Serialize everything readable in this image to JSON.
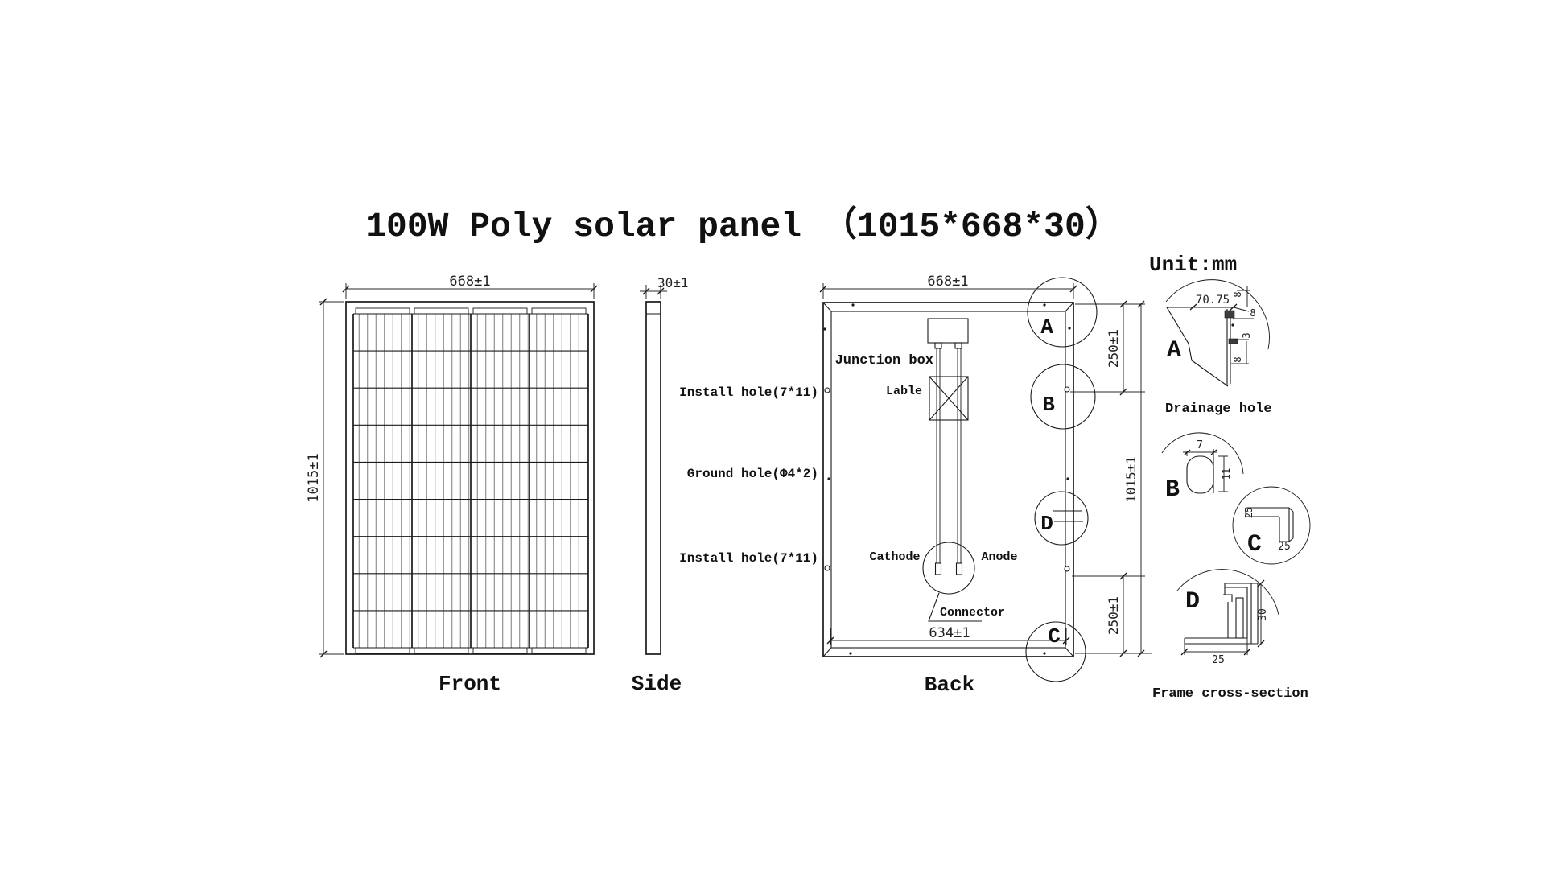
{
  "title": "100W Poly solar panel （1015*668*30）",
  "unit_label": "Unit:mm",
  "front": {
    "caption": "Front",
    "dim_width": "668±1",
    "dim_height": "1015±1"
  },
  "side": {
    "caption": "Side",
    "dim_thickness": "30±1"
  },
  "back": {
    "caption": "Back",
    "dim_width": "668±1",
    "dim_height": "1015±1",
    "dim_top_offset": "250±1",
    "dim_bottom_offset": "250±1",
    "dim_inner_width": "634±1",
    "junction_box": "Junction box",
    "lable": "Lable",
    "cathode": "Cathode",
    "anode": "Anode",
    "connector": "Connector",
    "callout_a": "A",
    "callout_b": "B",
    "callout_c": "C",
    "callout_d": "D"
  },
  "hole_labels": {
    "install_top": "Install hole(7*11)",
    "ground": "Ground hole(Φ4*2)",
    "install_bottom": "Install hole(7*11)"
  },
  "details": {
    "a": {
      "label": "A",
      "caption": "Drainage hole",
      "dim_width": "70.75",
      "dim_top": "8",
      "dim_right": "8",
      "dim_mid": "3",
      "dim_bottom": "8"
    },
    "b": {
      "label": "B",
      "dim_width": "7",
      "dim_height": "11"
    },
    "c": {
      "label": "C",
      "dim_top": "25",
      "dim_side": "25"
    },
    "d": {
      "label": "D",
      "caption": "Frame cross-section",
      "dim_height": "30",
      "dim_width": "25"
    }
  },
  "colors": {
    "line": "#1a1a1a",
    "background": "#ffffff"
  }
}
